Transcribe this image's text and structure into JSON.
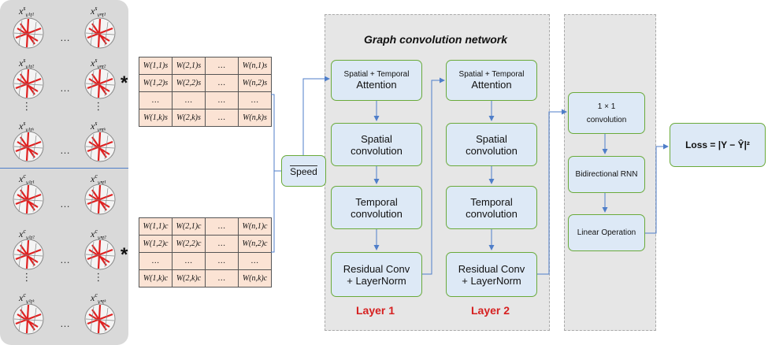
{
  "left": {
    "top_rows": [
      {
        "first": {
          "base": "x",
          "sup": "s",
          "sub": "v¹t¹"
        },
        "last": {
          "base": "x",
          "sup": "s",
          "sub": "vⁿt¹"
        }
      },
      {
        "first": {
          "base": "x",
          "sup": "s",
          "sub": "v¹t²"
        },
        "last": {
          "base": "x",
          "sup": "s",
          "sub": "vⁿt²"
        }
      },
      {
        "first": {
          "base": "x",
          "sup": "s",
          "sub": "v¹tᵏ"
        },
        "last": {
          "base": "x",
          "sup": "s",
          "sub": "vⁿtᵏ"
        }
      }
    ],
    "bottom_rows": [
      {
        "first": {
          "base": "x",
          "sup": "c",
          "sub": "v¹t¹"
        },
        "last": {
          "base": "x",
          "sup": "c",
          "sub": "vⁿt¹"
        }
      },
      {
        "first": {
          "base": "x",
          "sup": "c",
          "sub": "v¹t²"
        },
        "last": {
          "base": "x",
          "sup": "c",
          "sub": "vⁿt²"
        }
      },
      {
        "first": {
          "base": "x",
          "sup": "c",
          "sub": "v¹tᵏ"
        },
        "last": {
          "base": "x",
          "sup": "c",
          "sub": "vⁿtᵏ"
        }
      }
    ],
    "dots": "…",
    "vdots": "…",
    "star": "*"
  },
  "matrix_s": [
    [
      "W(1,1)s",
      "W(2,1)s",
      "…",
      "W(n,1)s"
    ],
    [
      "W(1,2)s",
      "W(2,2)s",
      "…",
      "W(n,2)s"
    ],
    [
      "…",
      "…",
      "…",
      "…"
    ],
    [
      "W(1,k)s",
      "W(2,k)s",
      "…",
      "W(n,k)s"
    ]
  ],
  "matrix_c": [
    [
      "W(1,1)c",
      "W(2,1)c",
      "…",
      "W(n,1)c"
    ],
    [
      "W(1,2)c",
      "W(2,2)c",
      "…",
      "W(n,2)c"
    ],
    [
      "…",
      "…",
      "…",
      "…"
    ],
    [
      "W(1,k)c",
      "W(2,k)c",
      "…",
      "W(n,k)c"
    ]
  ],
  "speed": "Speed",
  "gcn_title": "Graph convolution network",
  "layer1": {
    "attention_small": "Spatial + Temporal",
    "attention_big": "Attention",
    "spatial_line1": "Spatial",
    "spatial_line2": "convolution",
    "temporal_line1": "Temporal",
    "temporal_line2": "convolution",
    "residual_line1": "Residual Conv",
    "residual_line2": "+ LayerNorm",
    "label": "Layer 1"
  },
  "layer2": {
    "attention_small": "Spatial + Temporal",
    "attention_big": "Attention",
    "spatial_line1": "Spatial",
    "spatial_line2": "convolution",
    "temporal_line1": "Temporal",
    "temporal_line2": "convolution",
    "residual_line1": "Residual Conv",
    "residual_line2": "+ LayerNorm",
    "label": "Layer 2"
  },
  "head": {
    "conv_line1": "1 × 1",
    "conv_line2": "convolution",
    "rnn": "Bidirectional RNN",
    "linear": "Linear Operation"
  },
  "loss": "Loss =  |Y − Ŷ|²",
  "colors": {
    "arrow": "#4f7ec9",
    "box_border": "#6aaa3a",
    "box_fill": "#dde9f6",
    "matrix_fill": "#fbe3d4",
    "layer_label": "#d62020"
  }
}
